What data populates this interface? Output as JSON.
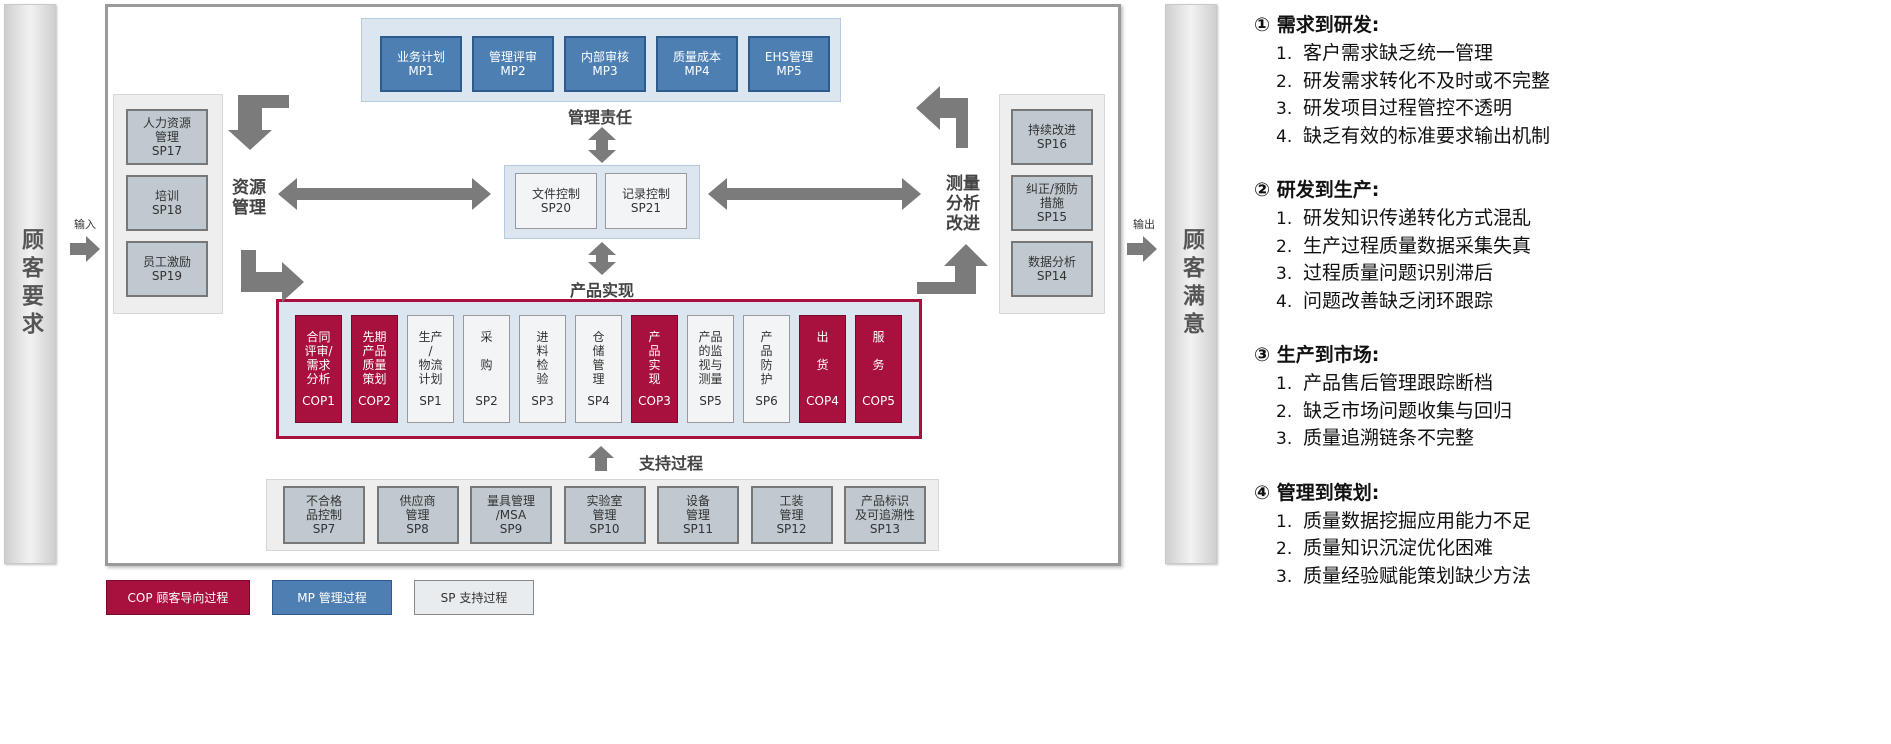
{
  "left_bar": "顾客要求",
  "right_bar": "顾客满意",
  "input_label": "输入",
  "output_label": "输出",
  "mp_boxes": [
    {
      "name": "业务计划",
      "code": "MP1"
    },
    {
      "name": "管理评审",
      "code": "MP2"
    },
    {
      "name": "内部审核",
      "code": "MP3"
    },
    {
      "name": "质量成本",
      "code": "MP4"
    },
    {
      "name": "EHS管理",
      "code": "MP5"
    }
  ],
  "mgmt_label": "管理责任",
  "resource_boxes": [
    {
      "name": "人力资源\n管理",
      "code": "SP17"
    },
    {
      "name": "培训",
      "code": "SP18"
    },
    {
      "name": "员工激励",
      "code": "SP19"
    }
  ],
  "resource_label": "资源\n管理",
  "measure_boxes": [
    {
      "name": "持续改进",
      "code": "SP16"
    },
    {
      "name": "纠正/预防\n措施",
      "code": "SP15"
    },
    {
      "name": "数据分析",
      "code": "SP14"
    }
  ],
  "measure_label": "测量\n分析\n改进",
  "doc_boxes": [
    {
      "name": "文件控制",
      "code": "SP20"
    },
    {
      "name": "记录控制",
      "code": "SP21"
    }
  ],
  "product_label": "产品实现",
  "process_boxes": [
    {
      "name": "合同\n评审/\n需求\n分析",
      "code": "COP1",
      "kind": "cop"
    },
    {
      "name": "先期\n产品\n质量\n策划",
      "code": "COP2",
      "kind": "cop"
    },
    {
      "name": "生产\n/\n物流\n计划",
      "code": "SP1",
      "kind": "sp"
    },
    {
      "name": "采\n\n购",
      "code": "SP2",
      "kind": "sp"
    },
    {
      "name": "进\n料\n检\n验",
      "code": "SP3",
      "kind": "sp"
    },
    {
      "name": "仓\n储\n管\n理",
      "code": "SP4",
      "kind": "sp"
    },
    {
      "name": "产\n品\n实\n现",
      "code": "COP3",
      "kind": "cop"
    },
    {
      "name": "产品\n的监\n视与\n测量",
      "code": "SP5",
      "kind": "sp"
    },
    {
      "name": "产\n品\n防\n护",
      "code": "SP6",
      "kind": "sp"
    },
    {
      "name": "出\n\n货",
      "code": "COP4",
      "kind": "cop"
    },
    {
      "name": "服\n\n务",
      "code": "COP5",
      "kind": "cop"
    }
  ],
  "support_label": "支持过程",
  "support_boxes": [
    {
      "name": "不合格\n品控制",
      "code": "SP7"
    },
    {
      "name": "供应商\n管理",
      "code": "SP8"
    },
    {
      "name": "量具管理\n/MSA",
      "code": "SP9"
    },
    {
      "name": "实验室\n管理",
      "code": "SP10"
    },
    {
      "name": "设备\n管理",
      "code": "SP11"
    },
    {
      "name": "工装\n管理",
      "code": "SP12"
    },
    {
      "name": "产品标识\n及可追溯性",
      "code": "SP13"
    }
  ],
  "legend": [
    {
      "label": "COP 顾客导向过程",
      "kind": "cop"
    },
    {
      "label": "MP 管理过程",
      "kind": "mp"
    },
    {
      "label": "SP 支持过程",
      "kind": "sp"
    }
  ],
  "issues": [
    {
      "title": "① 需求到研发:",
      "items": [
        "客户需求缺乏统一管理",
        "研发需求转化不及时或不完整",
        "研发项目过程管控不透明",
        "缺乏有效的标准要求输出机制"
      ]
    },
    {
      "title": "② 研发到生产:",
      "items": [
        "研发知识传递转化方式混乱",
        "生产过程质量数据采集失真",
        "过程质量问题识别滞后",
        "问题改善缺乏闭环跟踪"
      ]
    },
    {
      "title": "③ 生产到市场:",
      "items": [
        "产品售后管理跟踪断档",
        "缺乏市场问题收集与回归",
        "质量追溯链条不完整"
      ]
    },
    {
      "title": "④ 管理到策划:",
      "items": [
        "质量数据挖掘应用能力不足",
        "质量知识沉淀优化困难",
        "质量经验赋能策划缺少方法"
      ]
    }
  ],
  "colors": {
    "cop": "#a8103e",
    "mp": "#4e7fb3",
    "sp": "#bfc9cf"
  }
}
